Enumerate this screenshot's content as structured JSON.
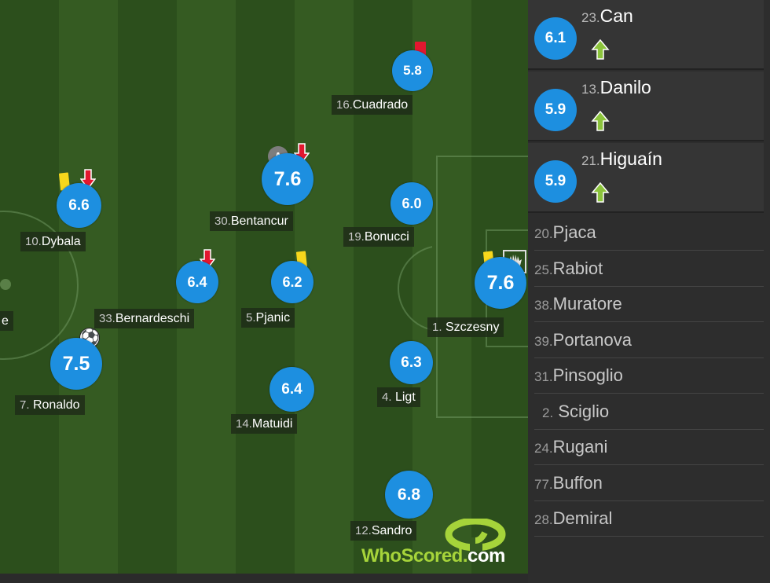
{
  "colors": {
    "rating_badge": "#1d8fe0",
    "yellow_card": "#f7d71c",
    "red_card": "#e2172f",
    "sub_arrow": "#8cc43c",
    "sub_off_arrow": "#e2172f",
    "logo_green": "#a6d43a"
  },
  "pitch": {
    "partial_left_label": "e",
    "players": [
      {
        "id": "cuadrado",
        "number": "16.",
        "name": "Cuadrado",
        "rating": "5.8",
        "icons": [
          "red-card"
        ]
      },
      {
        "id": "dybala",
        "number": "10.",
        "name": "Dybala",
        "rating": "6.6",
        "icons": [
          "yellow-card",
          "sub-off-arrow"
        ]
      },
      {
        "id": "bentancur",
        "number": "30.",
        "name": "Bentancur",
        "rating": "7.6",
        "icons": [
          "captain-badge",
          "sub-off-arrow"
        ],
        "captain_label": "A"
      },
      {
        "id": "bonucci",
        "number": "19.",
        "name": "Bonucci",
        "rating": "6.0",
        "icons": []
      },
      {
        "id": "bernardeschi",
        "number": "33.",
        "name": "Bernardeschi",
        "rating": "6.4",
        "icons": [
          "sub-off-arrow"
        ]
      },
      {
        "id": "pjanic",
        "number": "5.",
        "name": "Pjanic",
        "rating": "6.2",
        "icons": [
          "yellow-card"
        ]
      },
      {
        "id": "szczesny",
        "number": "1.",
        "name": "Szczesny",
        "rating": "7.6",
        "icons": [
          "yellow-card",
          "glove-save"
        ]
      },
      {
        "id": "ronaldo",
        "number": "7.",
        "name": "Ronaldo",
        "rating": "7.5",
        "icons": [
          "goal-ball"
        ]
      },
      {
        "id": "ligt",
        "number": "4.",
        "name": "Ligt",
        "rating": "6.3",
        "icons": []
      },
      {
        "id": "matuidi",
        "number": "14.",
        "name": "Matuidi",
        "rating": "6.4",
        "icons": []
      },
      {
        "id": "sandro",
        "number": "12.",
        "name": "Sandro",
        "rating": "6.8",
        "icons": []
      }
    ]
  },
  "logo": {
    "who": "WhoScored",
    "dot": ".",
    "com": "com"
  },
  "substitutes_used": [
    {
      "number": "23.",
      "name": "Can",
      "rating": "6.1",
      "icon": "sub-on-arrow"
    },
    {
      "number": "13.",
      "name": "Danilo",
      "rating": "5.9",
      "icon": "sub-on-arrow"
    },
    {
      "number": "21.",
      "name": "Higuaín",
      "rating": "5.9",
      "icon": "sub-on-arrow"
    }
  ],
  "bench": [
    {
      "number": "20.",
      "name": "Pjaca"
    },
    {
      "number": "25.",
      "name": "Rabiot"
    },
    {
      "number": "38.",
      "name": "Muratore"
    },
    {
      "number": "39.",
      "name": "Portanova"
    },
    {
      "number": "31.",
      "name": "Pinsoglio"
    },
    {
      "number": "2.",
      "name": "Sciglio"
    },
    {
      "number": "24.",
      "name": "Rugani"
    },
    {
      "number": "77.",
      "name": "Buffon"
    },
    {
      "number": "28.",
      "name": "Demiral"
    }
  ]
}
